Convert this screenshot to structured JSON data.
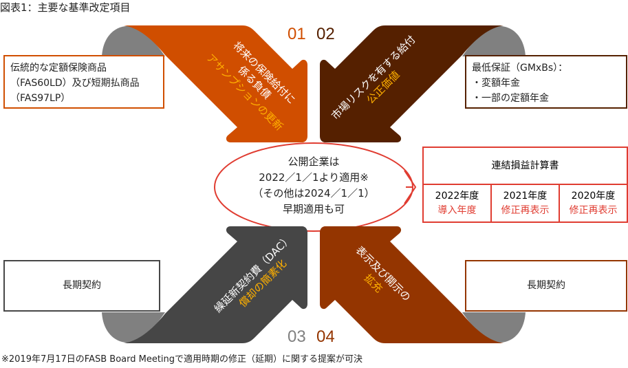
{
  "title": "図表1：主要な基準改定項目",
  "colors": {
    "item01": "#d04e00",
    "item02": "#552000",
    "item03": "#464646",
    "item04": "#943500",
    "accent": "#e03c31",
    "highlight": "#ffb000",
    "hump": "#808080"
  },
  "items": [
    {
      "num": "01",
      "line1": "将来の保険給付に",
      "line2": "係る負債",
      "line3": "アサンプションの更新",
      "box": [
        "伝統的な定額保険商品",
        "（FAS60LD）及び短期払商品",
        "（FAS97LP）"
      ]
    },
    {
      "num": "02",
      "line1": "市場リスクを有する給付",
      "line3": "公正価値",
      "box": [
        "最低保証（GMxBs）：",
        "・変額年金",
        "・一部の定額年金"
      ]
    },
    {
      "num": "03",
      "line1": "繰延新契約費（DAC）",
      "line3": "償却の簡素化",
      "box": [
        "長期契約"
      ]
    },
    {
      "num": "04",
      "line1": "表示及び開示の",
      "line3": "拡充",
      "box": [
        "長期契約"
      ]
    }
  ],
  "center": [
    "公開企業は",
    "2022／1／1より適用※",
    "（その他は2024／1／1）",
    "早期適用も可"
  ],
  "table": {
    "header": "連結損益計算書",
    "cols": [
      {
        "year": "2022年度",
        "label": "導入年度"
      },
      {
        "year": "2021年度",
        "label": "修正再表示"
      },
      {
        "year": "2020年度",
        "label": "修正再表示"
      }
    ]
  },
  "footnote": "※2019年7月17日のFASB Board Meetingで適用時期の修正（延期）に関する提案が可決"
}
